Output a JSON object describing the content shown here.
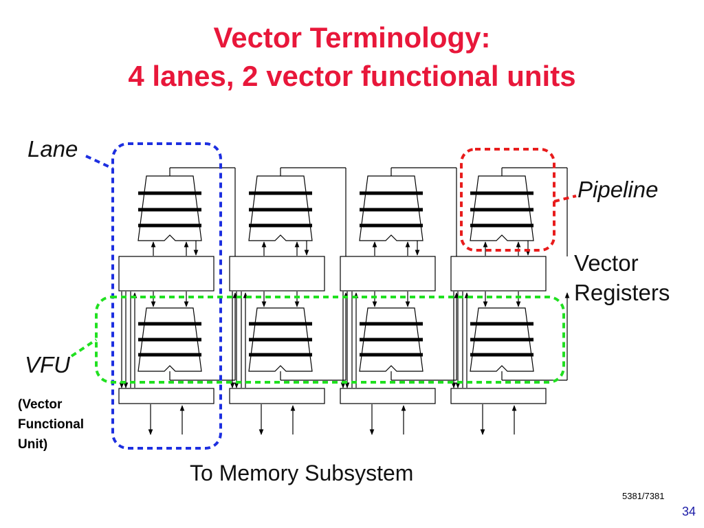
{
  "title": {
    "line1": "Vector Terminology:",
    "line2": "4 lanes, 2 vector functional units"
  },
  "labels": {
    "lane": "Lane",
    "pipeline": "Pipeline",
    "vector_registers_1": "Vector",
    "vector_registers_2": "Registers",
    "vfu": "VFU",
    "vfu_expansion": [
      "(Vector",
      "Functional",
      "Unit)"
    ],
    "memory": "To Memory Subsystem"
  },
  "footer": {
    "course": "5381/7381",
    "page": "34"
  },
  "colors": {
    "title": "#e8173a",
    "lane_outline": "#1d2fe0",
    "vfu_outline": "#20e020",
    "pipeline_outline": "#e81c1c"
  },
  "diagram": {
    "lanes": 4,
    "pipelines_per_lane": 2
  }
}
